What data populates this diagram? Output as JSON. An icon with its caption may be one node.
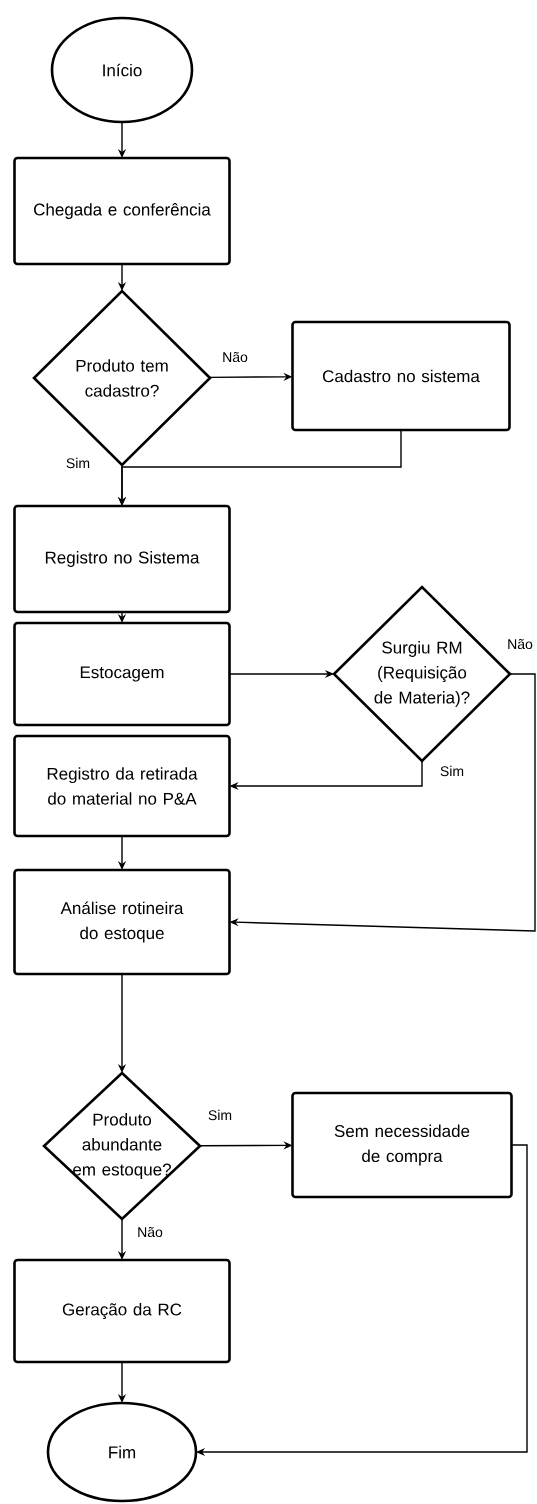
{
  "diagram": {
    "nodes": [
      {
        "text": [
          "Início"
        ]
      },
      {
        "text": [
          "Chegada e conferência"
        ]
      },
      {
        "text": [
          "Produto tem cadastro?"
        ]
      },
      {
        "text": [
          "Cadastro no sistema"
        ]
      },
      {
        "text": [
          "Registro no Sistema"
        ]
      },
      {
        "text": [
          "Estocagem"
        ]
      },
      {
        "text": [
          "Surgiu RM (Requisição de Materia)?"
        ]
      },
      {
        "text": [
          "Registro da retirada do material no P&A"
        ]
      },
      {
        "text": [
          "Análise rotineira do estoque"
        ]
      },
      {
        "text": [
          "Produto abundante em estoque?"
        ]
      },
      {
        "text": [
          "Sem necessidade de compra"
        ]
      },
      {
        "text": [
          "Geração da RC"
        ]
      },
      {
        "text": [
          "Fim"
        ]
      }
    ],
    "edges": [
      {
        "from": 0,
        "to": 1,
        "arrow": "to"
      },
      {
        "from": 1,
        "to": 2,
        "arrow": "to"
      },
      {
        "from": 2,
        "to": 3,
        "arrow": "to",
        "label": "Não"
      },
      {
        "from": 2,
        "to": 4,
        "arrow": "to",
        "label": "Sim"
      },
      {
        "from": 3,
        "to": 4,
        "arrow": "to"
      },
      {
        "from": 4,
        "to": 5,
        "arrow": "to"
      },
      {
        "from": 5,
        "to": 6,
        "arrow": "to"
      },
      {
        "from": 6,
        "to": 7,
        "arrow": "to",
        "label": "Sim"
      },
      {
        "from": 6,
        "to": 8,
        "arrow": "to",
        "label": "Não"
      },
      {
        "from": 7,
        "to": 8,
        "arrow": "to"
      },
      {
        "from": 8,
        "to": 9,
        "arrow": "to"
      },
      {
        "from": 9,
        "to": 10,
        "arrow": "to",
        "label": "Sim"
      },
      {
        "from": 9,
        "to": 11,
        "arrow": "to",
        "label": "Não"
      },
      {
        "from": 11,
        "to": 12,
        "arrow": "to"
      },
      {
        "from": 10,
        "to": 12,
        "arrow": "to"
      }
    ]
  }
}
